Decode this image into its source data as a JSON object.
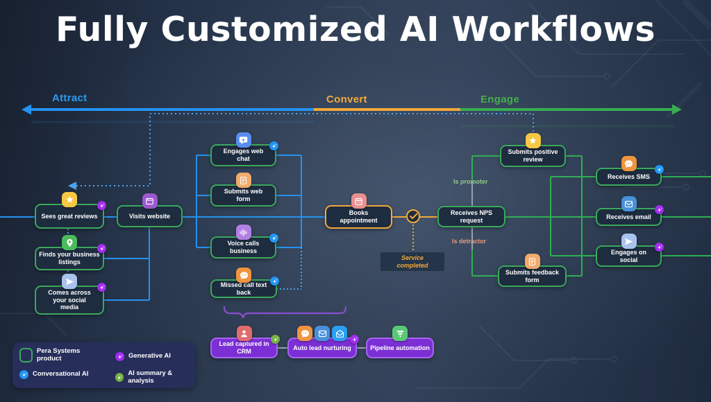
{
  "title": "Fully Customized AI Workflows",
  "phases": {
    "attract": "Attract",
    "convert": "Convert",
    "engage": "Engage"
  },
  "nodes": {
    "sees_great_reviews": "Sees great reviews",
    "visits_website": "Visits website",
    "finds_business_listings": "Finds your business listings",
    "comes_across_social": "Comes across your social media",
    "engages_web_chat": "Engages web chat",
    "submits_web_form": "Submits web form",
    "voice_calls_business": "Voice calls business",
    "missed_call_text_back": "Missed call text back",
    "books_appointment": "Books appointment",
    "receives_nps_request": "Receives NPS request",
    "submits_positive_review": "Submits positive review",
    "receives_sms": "Receives SMS",
    "receives_email": "Receives email",
    "engages_on_social": "Engages on social",
    "submits_feedback_form": "Submits feedback form",
    "lead_captured_crm": "Lead captured in CRM",
    "auto_lead_nurturing": "Auto lead nurturing",
    "pipeline_automation": "Pipeline automation"
  },
  "edge_labels": {
    "is_promoter": "Is promoter",
    "is_detractor": "Is detractor",
    "service_completed": "Service completed"
  },
  "legend": {
    "product": "Pera Systems product",
    "conversational": "Conversational AI",
    "generative": "Generative AI",
    "summary": "AI summary & analysis"
  },
  "icons": {
    "star": "five-point-star",
    "location_pin": "map-pin",
    "paper_plane": "send-arrow",
    "browser": "browser-window",
    "chat_sparkle": "chat-bubble-with-plus",
    "form": "document-with-lines",
    "voice": "audio-waveform",
    "chat_dots": "chat-bubble-with-dots",
    "calendar": "calendar",
    "envelope": "closed-envelope",
    "envelope_open": "open-envelope",
    "person": "person-silhouette",
    "funnel": "funnel-bars",
    "sparkle": "four-point-star",
    "check": "checkmark-circle"
  },
  "colors": {
    "attract_blue": "#2e9bf0",
    "convert_orange": "#f2a93b",
    "engage_green": "#3cae52",
    "node_border_green": "#3aa95c",
    "node_fill": "#1e2c3f",
    "purple_node": "#7c2fd4",
    "generative_ai_purple": "#a32df0",
    "conversational_ai_blue": "#2196f3",
    "ai_summary_green": "#76b043",
    "promoter_text": "#95c98a",
    "detractor_text": "#e59a83"
  }
}
